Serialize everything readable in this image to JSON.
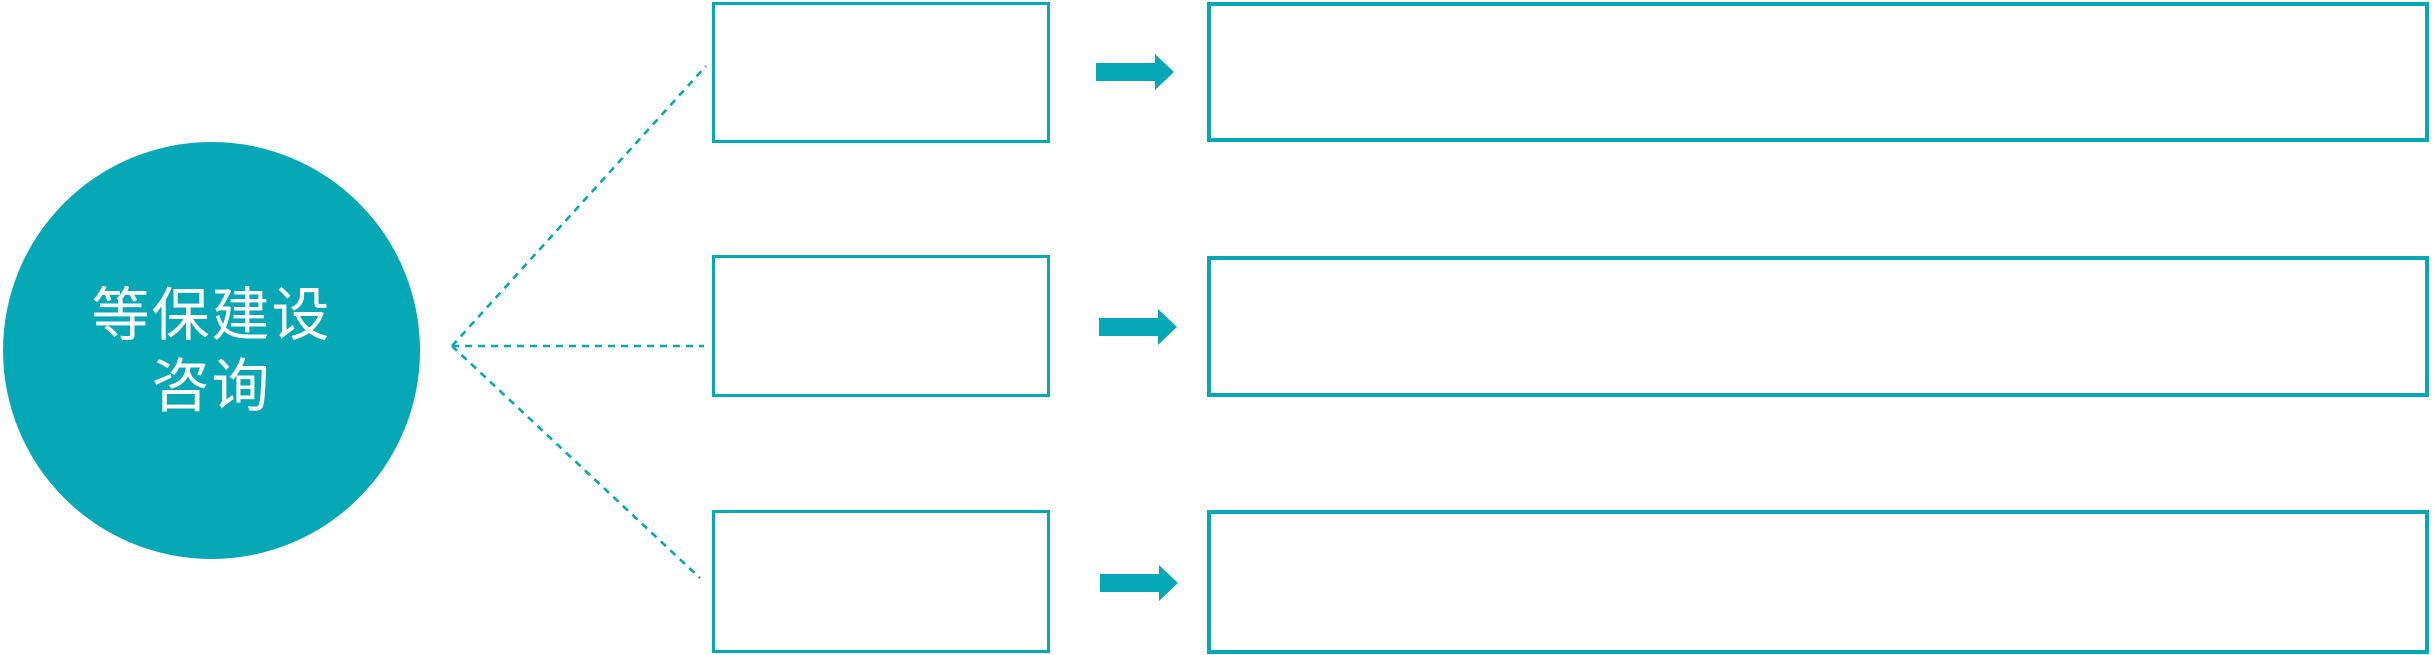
{
  "diagram": {
    "type": "radial-branch-diagram",
    "root": {
      "label": "等保建设咨询",
      "label_line1": "等保建设",
      "label_line2": "咨询"
    },
    "rows": [
      {
        "branch_label": "",
        "detail_label": ""
      },
      {
        "branch_label": "",
        "detail_label": ""
      },
      {
        "branch_label": "",
        "detail_label": ""
      }
    ],
    "icons": {
      "arrow": "arrow-right-icon",
      "connector": "dotted-connector-line"
    },
    "colors": {
      "teal": "#06a8b5",
      "text": "#ffffff",
      "background": "#ffffff"
    }
  }
}
